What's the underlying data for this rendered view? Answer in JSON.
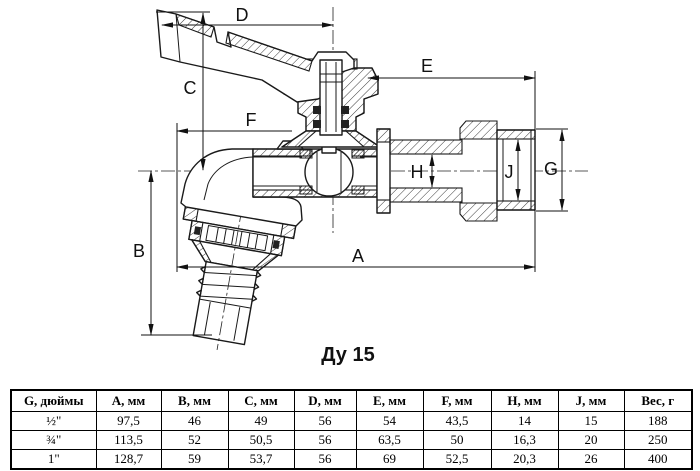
{
  "drawing": {
    "caption": "Ду 15",
    "labels": {
      "D": "D",
      "C": "C",
      "E": "E",
      "F": "F",
      "H": "H",
      "J": "J",
      "G": "G",
      "B": "B",
      "A": "A"
    }
  },
  "table": {
    "headers": [
      "G, дюймы",
      "A, мм",
      "B, мм",
      "C, мм",
      "D, мм",
      "E, мм",
      "F, мм",
      "H, мм",
      "J, мм",
      "Вес, г"
    ],
    "rows": [
      [
        "½\"",
        "97,5",
        "46",
        "49",
        "56",
        "54",
        "43,5",
        "14",
        "15",
        "188"
      ],
      [
        "¾\"",
        "113,5",
        "52",
        "50,5",
        "56",
        "63,5",
        "50",
        "16,3",
        "20",
        "250"
      ],
      [
        "1\"",
        "128,7",
        "59",
        "53,7",
        "56",
        "69",
        "52,5",
        "20,3",
        "26",
        "400"
      ]
    ]
  }
}
